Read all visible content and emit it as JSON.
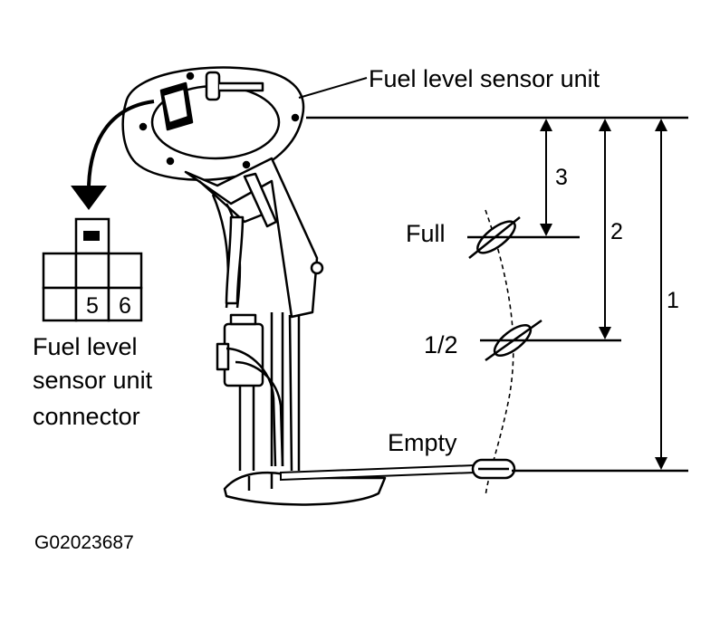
{
  "diagram": {
    "callout_sensor_unit": "Fuel level sensor unit",
    "connector_label": [
      "Fuel level",
      "sensor unit",
      "connector"
    ],
    "connector_pins": [
      "5",
      "6"
    ],
    "levels": {
      "full": "Full",
      "half": "1/2",
      "empty": "Empty"
    },
    "dimensions": [
      "3",
      "2",
      "1"
    ],
    "figure_code": "G02023687"
  },
  "colors": {
    "ink": "#000000",
    "paper": "#ffffff"
  }
}
